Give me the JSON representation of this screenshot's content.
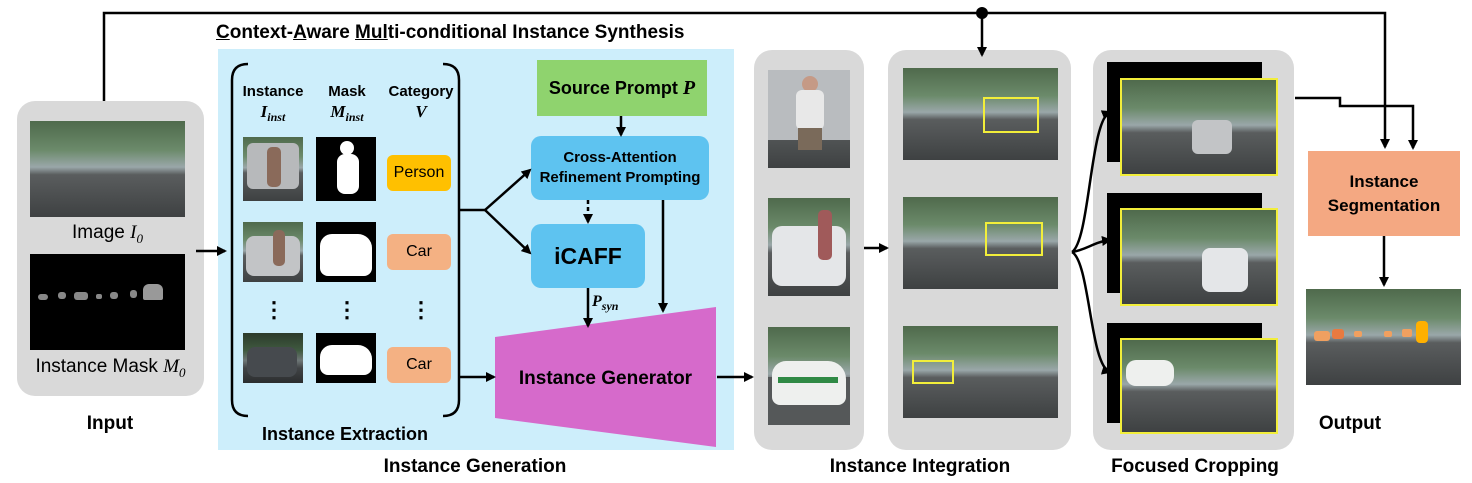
{
  "title": {
    "full": "Context-Aware Multi-conditional Instance Synthesis",
    "u1": "C",
    "p1": "ontext-",
    "u2": "A",
    "p2": "ware ",
    "u3": "Mul",
    "p3": "ti-conditional Instance Synthesis"
  },
  "input": {
    "label": "Input",
    "image_label": "Image",
    "image_sym": "I",
    "image_sub": "0",
    "mask_label": "Instance Mask",
    "mask_sym": "M",
    "mask_sub": "0"
  },
  "extraction": {
    "label": "Instance Extraction",
    "col_instance": "Instance",
    "col_instance_sym": "I",
    "col_instance_sub": "inst",
    "col_mask": "Mask",
    "col_mask_sym": "M",
    "col_mask_sub": "inst",
    "col_category": "Category",
    "col_category_sym": "V",
    "categories": [
      "Person",
      "Car",
      "Car"
    ],
    "ellipsis": "⋮"
  },
  "generation": {
    "label": "Instance Generation",
    "source_prompt": "Source Prompt",
    "source_prompt_sym": "P",
    "capr": "Cross-Attention Refinement Prompting",
    "capr_line1": "Cross-Attention",
    "capr_line2": "Refinement Prompting",
    "icaff": "iCAFF",
    "psyn_sym": "P",
    "psyn_sub": "syn",
    "generator": "Instance Generator"
  },
  "integration": {
    "label": "Instance Integration"
  },
  "cropping": {
    "label": "Focused Cropping"
  },
  "segmentation": {
    "line1": "Instance",
    "line2": "Segmentation"
  },
  "output": {
    "label": "Output"
  },
  "colors": {
    "panel": "#d9d9d9",
    "blue_bg": "#cdeefb",
    "source_prompt": "#8fd36e",
    "capr": "#5ec3f0",
    "icaff": "#5ec3f0",
    "generator": "#d66acb",
    "segmentation": "#f4a882",
    "person": "#ffc000",
    "car": "#f4b183",
    "yellow_box": "#f2ee3a"
  }
}
